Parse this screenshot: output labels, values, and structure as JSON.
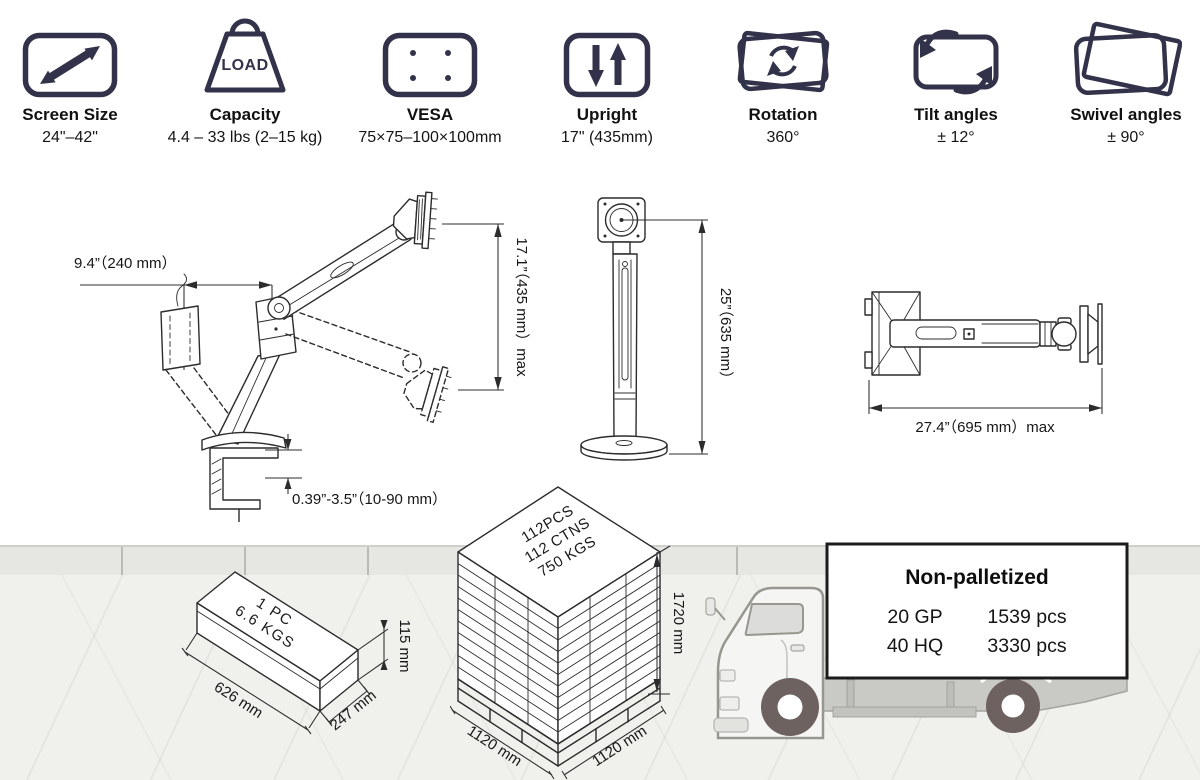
{
  "specs": [
    {
      "label": "Screen Size",
      "value": "24\"–42\""
    },
    {
      "label": "Capacity",
      "value": "4.4 – 33 lbs (2–15 kg)",
      "icon_label": "LOAD"
    },
    {
      "label": "VESA",
      "value": "75×75–100×100mm"
    },
    {
      "label": "Upright",
      "value": "17\" (435mm)"
    },
    {
      "label": "Rotation",
      "value": "360°"
    },
    {
      "label": "Tilt angles",
      "value": "± 12°"
    },
    {
      "label": "Swivel angles",
      "value": "± 90°"
    }
  ],
  "drawings": {
    "arm_side": {
      "dim_width": "9.4”（240 mm）",
      "dim_height": "17.1”（435 mm）max",
      "dim_clamp": "0.39”-3.5”（10-90 mm）"
    },
    "pole": {
      "dim_height": "25”（635 mm）"
    },
    "top_view": {
      "dim_length": "27.4”（695 mm）max"
    }
  },
  "packaging": {
    "box": {
      "line1": "1 PC",
      "line2": "6.6 KGS",
      "length": "626 mm",
      "depth": "247 mm",
      "height": "115 mm"
    },
    "pallet": {
      "line1": "112PCS",
      "line2": "112 CTNS",
      "line3": "750 KGS",
      "height": "1720 mm",
      "depth": "1120 mm",
      "width": "1120 mm"
    },
    "shipping": {
      "title": "Non-palletized",
      "rows": [
        {
          "container": "20 GP",
          "qty": "1539 pcs"
        },
        {
          "container": "40 HQ",
          "qty": "3330 pcs"
        }
      ]
    }
  },
  "colors": {
    "icon_navy": "#32324a",
    "drawing_line": "#2c2c2c",
    "wall": "#e6e6e2",
    "floor": "#f0f0ed",
    "truck_wheel": "#6e6260",
    "truck_bed": "#c9c9c6"
  }
}
